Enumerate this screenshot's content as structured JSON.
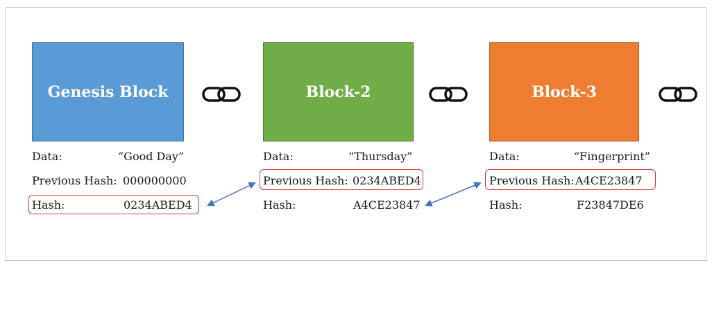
{
  "blocks": [
    {
      "title": "Genesis Block",
      "color": "#5b9bd5",
      "border": "#41719c",
      "data_label": "Data:",
      "data_value": "“Good Day”",
      "prev_label": "Previous Hash:",
      "prev_value": "000000000",
      "hash_label": "Hash:",
      "hash_value": "0234ABED4"
    },
    {
      "title": "Block-2",
      "color": "#70ad47",
      "border": "#507e32",
      "data_label": "Data:",
      "data_value": "“Thursday”",
      "prev_label": "Previous Hash:",
      "prev_value": "0234ABED4",
      "hash_label": "Hash:",
      "hash_value": "A4CE23847"
    },
    {
      "title": "Block-3",
      "color": "#ed7d31",
      "border": "#ae5a21",
      "data_label": "Data:",
      "data_value": "“Fingerprint”",
      "prev_label": "Previous Hash:",
      "prev_value": "A4CE23847",
      "hash_label": "Hash:",
      "hash_value": "F23847DE6"
    }
  ],
  "link_icon": "chain-link-icon",
  "highlight_color": "#d63a3a",
  "arrow_color": "#4472c4"
}
